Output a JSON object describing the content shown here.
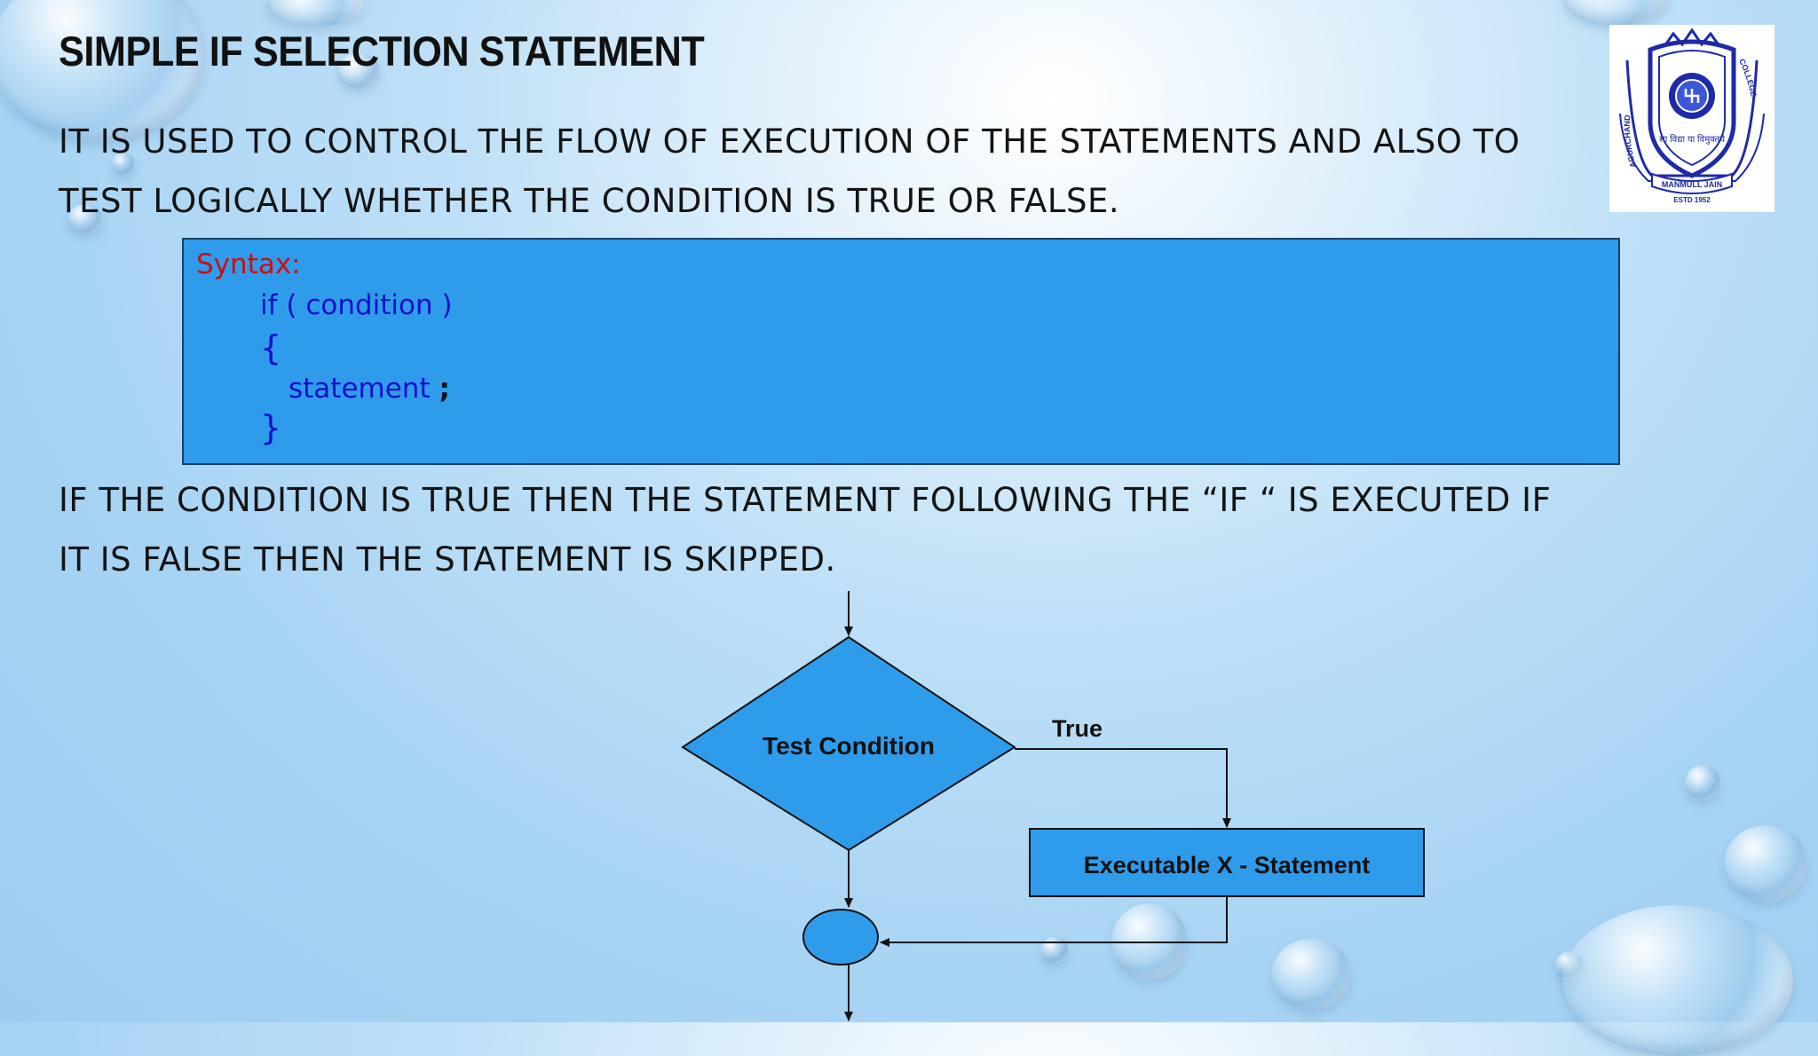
{
  "slide": {
    "title": "SIMPLE IF SELECTION STATEMENT",
    "para1_line1": "IT IS USED TO CONTROL THE FLOW OF EXECUTION OF THE STATEMENTS AND ALSO TO",
    "para1_line2": "TEST LOGICALLY WHETHER THE CONDITION IS TRUE OR FALSE.",
    "para2_line1": "IF THE CONDITION IS TRUE THEN THE STATEMENT FOLLOWING THE “IF “ IS EXECUTED IF",
    "para2_line2": "IT IS FALSE THEN THE STATEMENT IS SKIPPED."
  },
  "syntax": {
    "label": "Syntax:",
    "if_line": "if ( condition )",
    "open_brace": "{",
    "statement": "statement",
    "semicolon": ";",
    "close_brace": "}"
  },
  "flowchart": {
    "decision": "Test Condition",
    "true_label": "True",
    "process": "Executable X - Statement"
  },
  "logo": {
    "ring_left": "AGURCHAND",
    "ring_right": "COLLEGE",
    "banner": "MANMULL JAIN",
    "motto": "सा विद्या या विमुक्तये",
    "estd": "ESTD 1952"
  },
  "colors": {
    "box_fill": "#2f9ceb",
    "syntax_label": "#cc0d12",
    "syntax_code": "#1410c8",
    "logo_blue": "#1e2aa8"
  }
}
